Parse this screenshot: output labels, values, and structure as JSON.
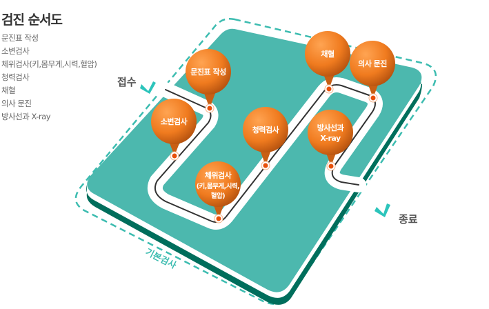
{
  "title": "검진 순서도",
  "steps": [
    "문진표 작성",
    "소변검사",
    "체위검사(키,몸무게,시력,혈압)",
    "청력검사",
    "채혈",
    "의사 문진",
    "방사선과 X-ray"
  ],
  "diagram": {
    "start_label": "접수",
    "end_label": "종료",
    "zone_label": "기본검사",
    "bubbles": {
      "b1": "문진표 작성",
      "b2": "소변검사",
      "b3a": "체위검사",
      "b3b": "(키,몸무게,시력,",
      "b3c": "혈압)",
      "b4": "청력검사",
      "b5": "채혈",
      "b6": "의사 문진",
      "b7a": "방사선과",
      "b7b": "X-ray"
    },
    "colors": {
      "platform": "#4cb8ae",
      "platform_side": "#006e5c",
      "dash": "#3cbcb0",
      "bubble": "#f07b1f",
      "pin": "#e8500a"
    }
  }
}
